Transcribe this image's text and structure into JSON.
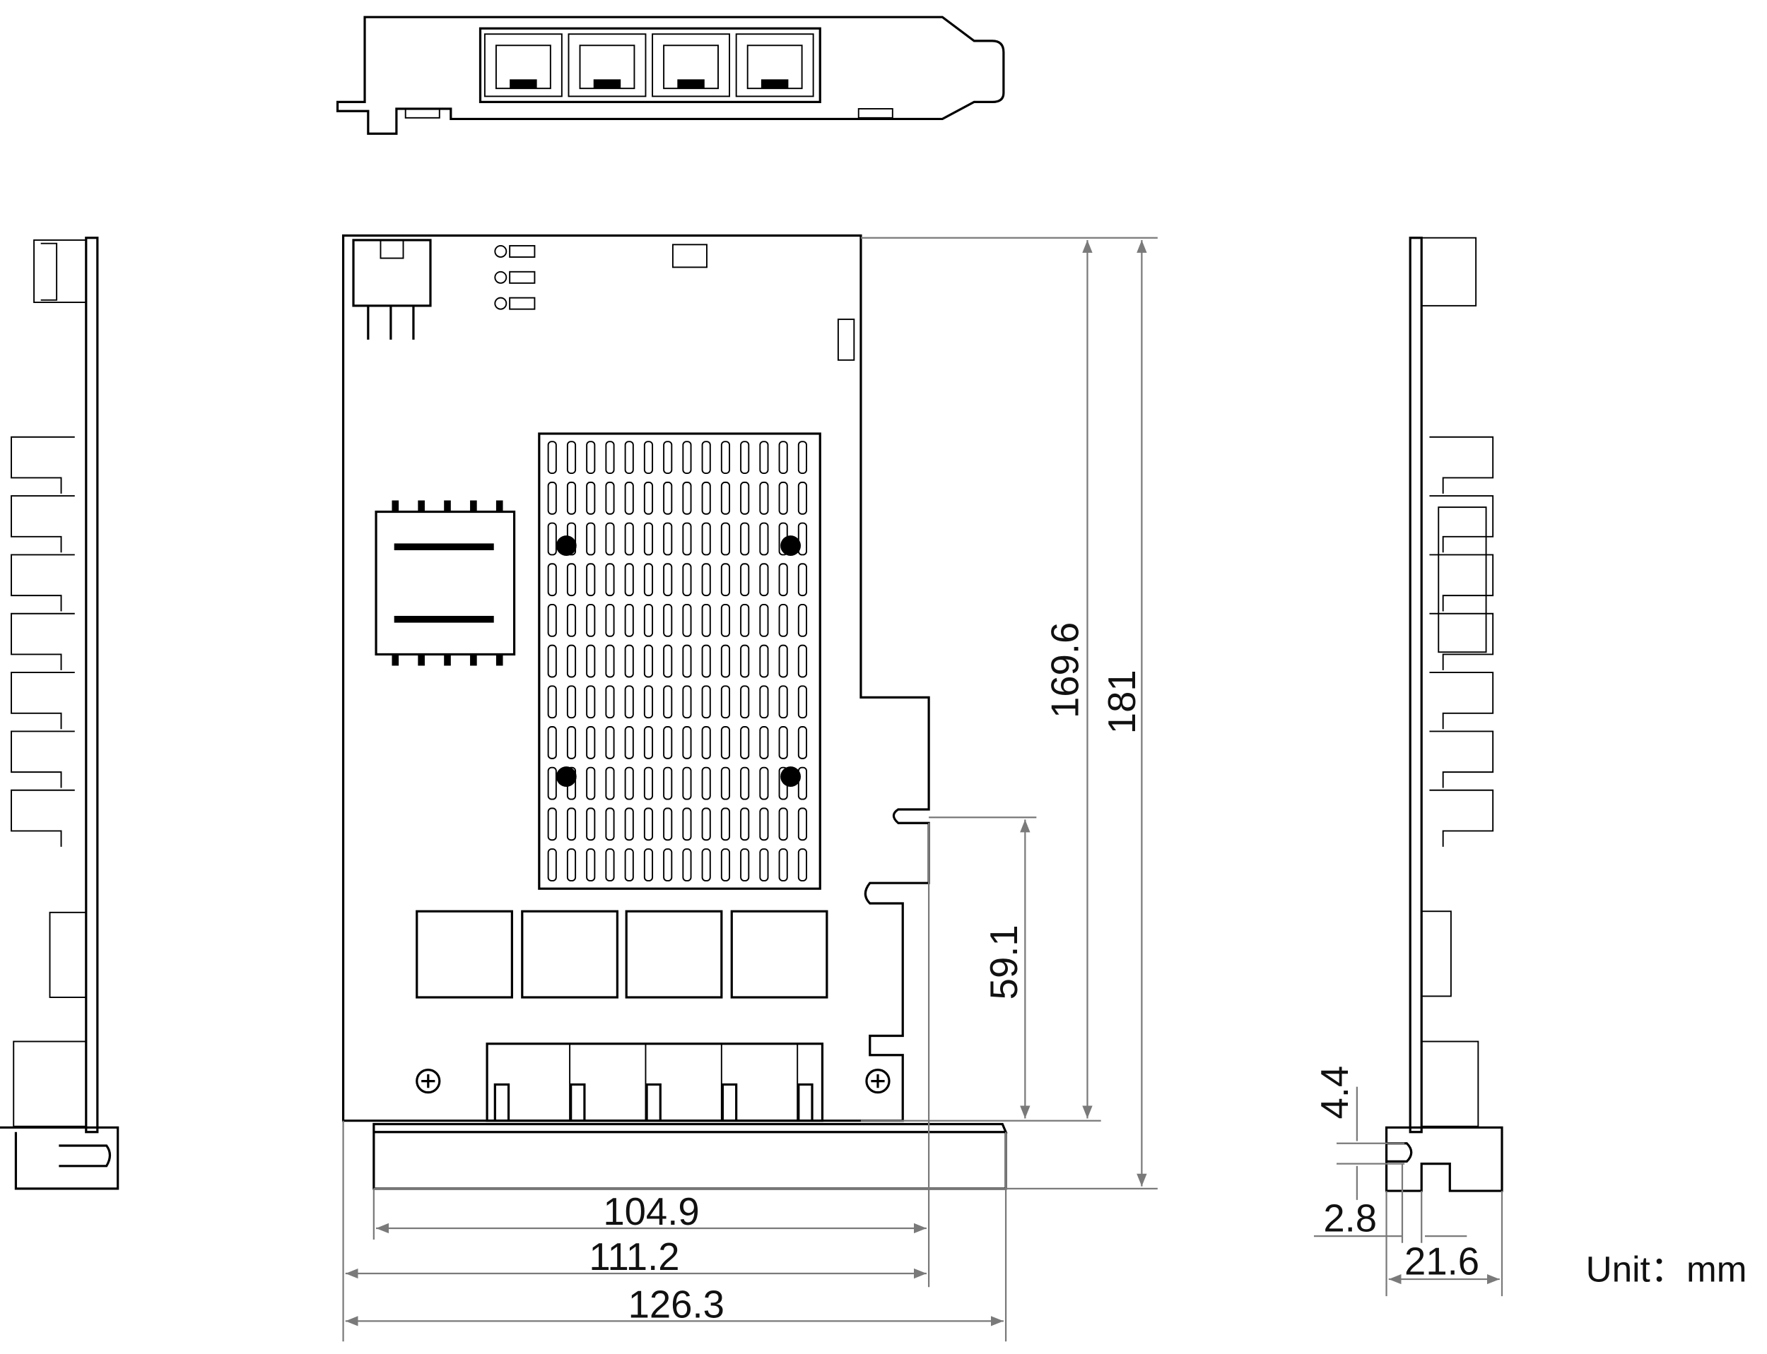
{
  "title": "PCIe 4-port network card dimension drawing",
  "dimensions": {
    "height_card": "169.6",
    "height_total": "181",
    "connector_offset": "59.1",
    "width_connector": "104.9",
    "width_board": "111.2",
    "width_total": "126.3",
    "bracket_slot": "4.4",
    "bracket_tab": "2.8",
    "bracket_depth": "21.6"
  },
  "unit_label": "Unit：mm",
  "ports": 4
}
